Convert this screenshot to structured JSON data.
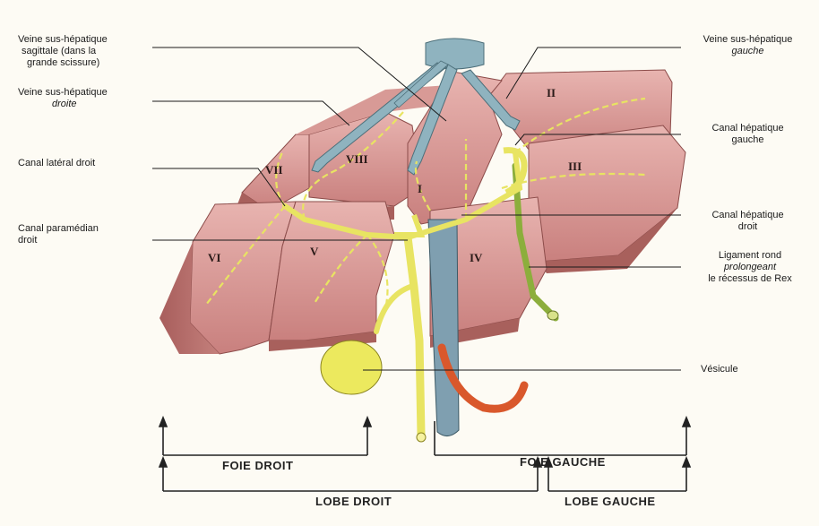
{
  "labels": {
    "left": {
      "veine_sagittale": [
        "Veine sus-hépatique",
        "sagittale (dans la",
        "grande scissure)"
      ],
      "veine_droite": [
        "Veine sus-hépatique",
        "droite"
      ],
      "canal_lateral": "Canal latéral droit",
      "canal_paramedian": [
        "Canal paramédian",
        "droit"
      ]
    },
    "right": {
      "veine_gauche": [
        "Veine sus-hépatique",
        "gauche"
      ],
      "canal_hep_gauche": [
        "Canal hépatique",
        "gauche"
      ],
      "canal_hep_droit": [
        "Canal hépatique",
        "droit"
      ],
      "ligament_rond": [
        "Ligament rond",
        "prolongeant",
        "le récessus de Rex"
      ],
      "vesicule": "Vésicule"
    }
  },
  "segments": [
    "VII",
    "VIII",
    "II",
    "III",
    "I",
    "VI",
    "V",
    "IV"
  ],
  "brackets": {
    "foie_droit": "FOIE DROIT",
    "foie_gauche": "FOIE GAUCHE",
    "lobe_droit": "LOBE DROIT",
    "lobe_gauche": "LOBE GAUCHE"
  },
  "colors": {
    "liver": "#e0a2a0",
    "liver_dark": "#b8706e",
    "vein": "#8fb3bf",
    "duct": "#e8e462",
    "artery": "#d9582c",
    "ligament": "#8cae3c"
  }
}
